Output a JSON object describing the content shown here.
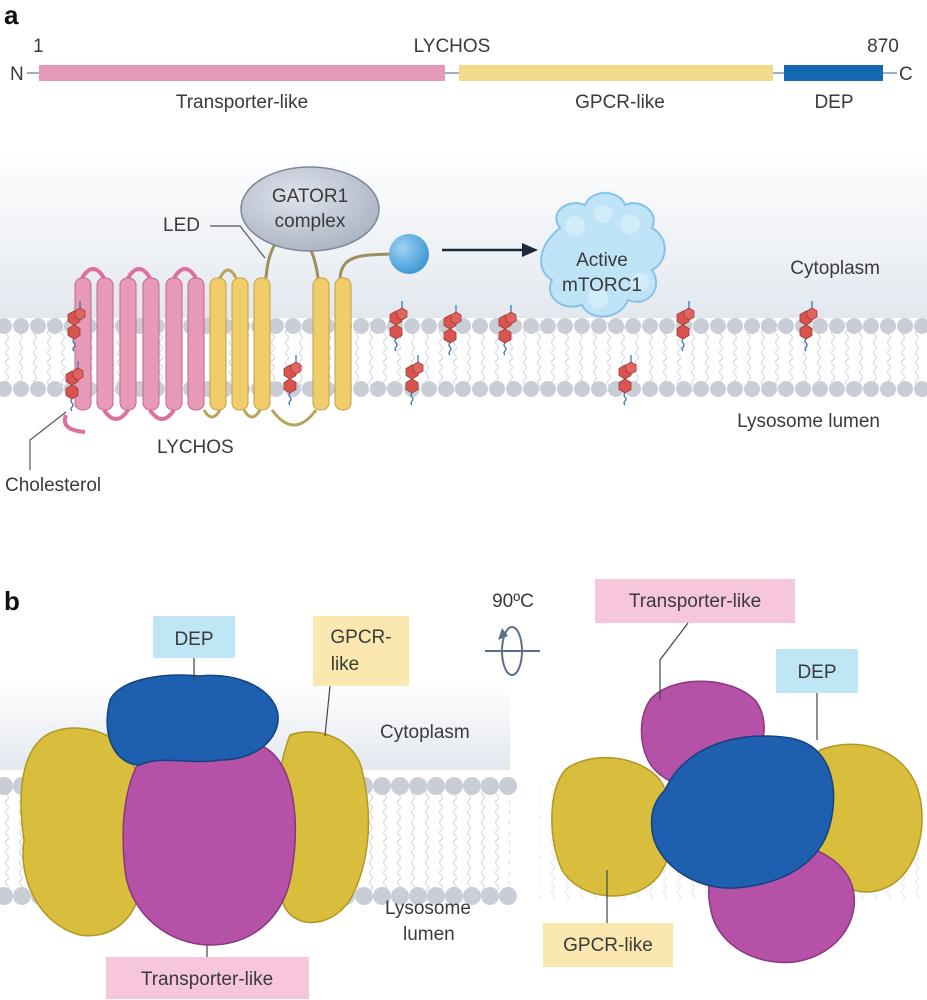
{
  "panel_a": {
    "letter": "a",
    "domain_bar": {
      "protein": "LYCHOS",
      "start": "1",
      "end": "870",
      "n_term": "N",
      "c_term": "C",
      "domains": [
        {
          "label": "Transporter-like",
          "color": "#e79ab8"
        },
        {
          "label": "GPCR-like",
          "color": "#f3d98a"
        },
        {
          "label": "DEP",
          "color": "#1569b0"
        }
      ]
    },
    "gator1": "GATOR1 complex",
    "led": "LED",
    "active_mtorc1": "Active mTORC1",
    "cytoplasm": "Cytoplasm",
    "lysosome_lumen": "Lysosome lumen",
    "lychos": "LYCHOS",
    "cholesterol": "Cholesterol"
  },
  "panel_b": {
    "letter": "b",
    "rotation": "90ºC",
    "left_structure": {
      "dep": "DEP",
      "gpcr_line1": "GPCR-",
      "gpcr_line2": "like",
      "cytoplasm": "Cytoplasm",
      "lumen_line1": "Lysosome",
      "lumen_line2": "lumen",
      "transporter": "Transporter-like"
    },
    "right_structure": {
      "transporter": "Transporter-like",
      "dep": "DEP",
      "gpcr": "GPCR-like"
    }
  },
  "colors": {
    "transporter": "#e79ab8",
    "gpcr": "#f3d98a",
    "dep": "#1569b0",
    "surface_yellow": "#d9bd3c",
    "surface_magenta": "#b552a8",
    "surface_blue": "#1f5fb0",
    "cholesterol": "#d9534f",
    "membrane": "#c9ced6",
    "label_blue": "#bfe6f5",
    "label_pink": "#f6c6dc",
    "label_yellow": "#fbe8b0"
  }
}
